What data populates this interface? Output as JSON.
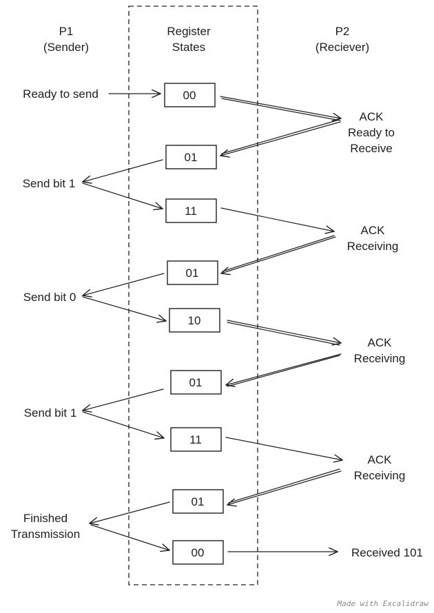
{
  "headers": {
    "p1": [
      "P1",
      "(Sender)"
    ],
    "registers": [
      "Register",
      "States"
    ],
    "p2": [
      "P2",
      "(Reciever)"
    ]
  },
  "sender_labels": [
    [
      "Ready to send"
    ],
    [
      "Send bit 1"
    ],
    [
      "Send bit 0"
    ],
    [
      "Send bit 1"
    ],
    [
      "Finished",
      "Transmission"
    ]
  ],
  "receiver_labels": [
    [
      "ACK",
      "Ready to",
      "Receive"
    ],
    [
      "ACK",
      "Receiving"
    ],
    [
      "ACK",
      "Receiving"
    ],
    [
      "ACK",
      "Receiving"
    ],
    [
      "Received 101"
    ]
  ],
  "register_states": [
    "00",
    "01",
    "11",
    "01",
    "10",
    "01",
    "11",
    "01",
    "00"
  ],
  "watermark": "Made with Excalidraw"
}
